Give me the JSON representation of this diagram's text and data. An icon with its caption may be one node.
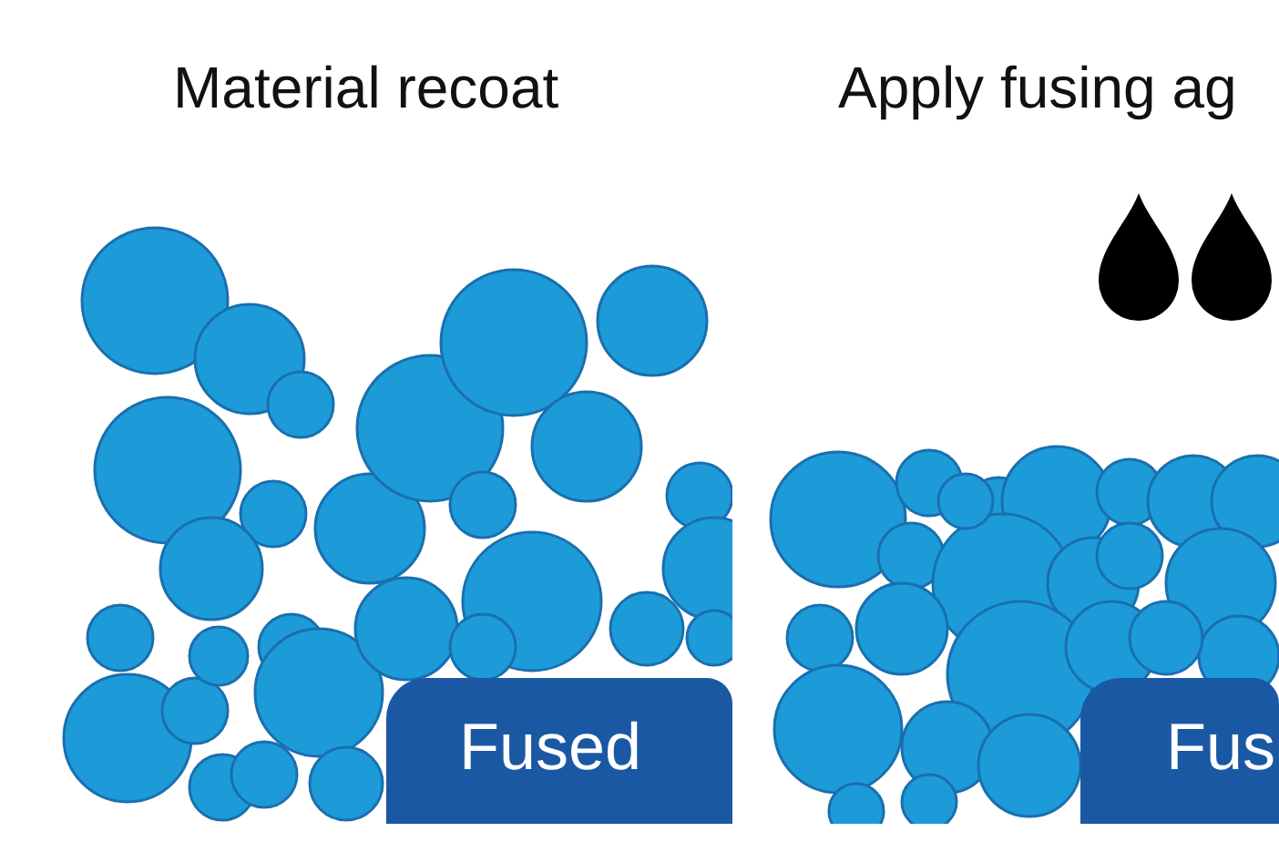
{
  "diagram": {
    "nodes": [
      {
        "text": [
          "Fused"
        ]
      },
      {
        "text": [
          "Fus"
        ]
      }
    ],
    "labels": [
      "Material recoat",
      "Apply fusing ag"
    ]
  }
}
